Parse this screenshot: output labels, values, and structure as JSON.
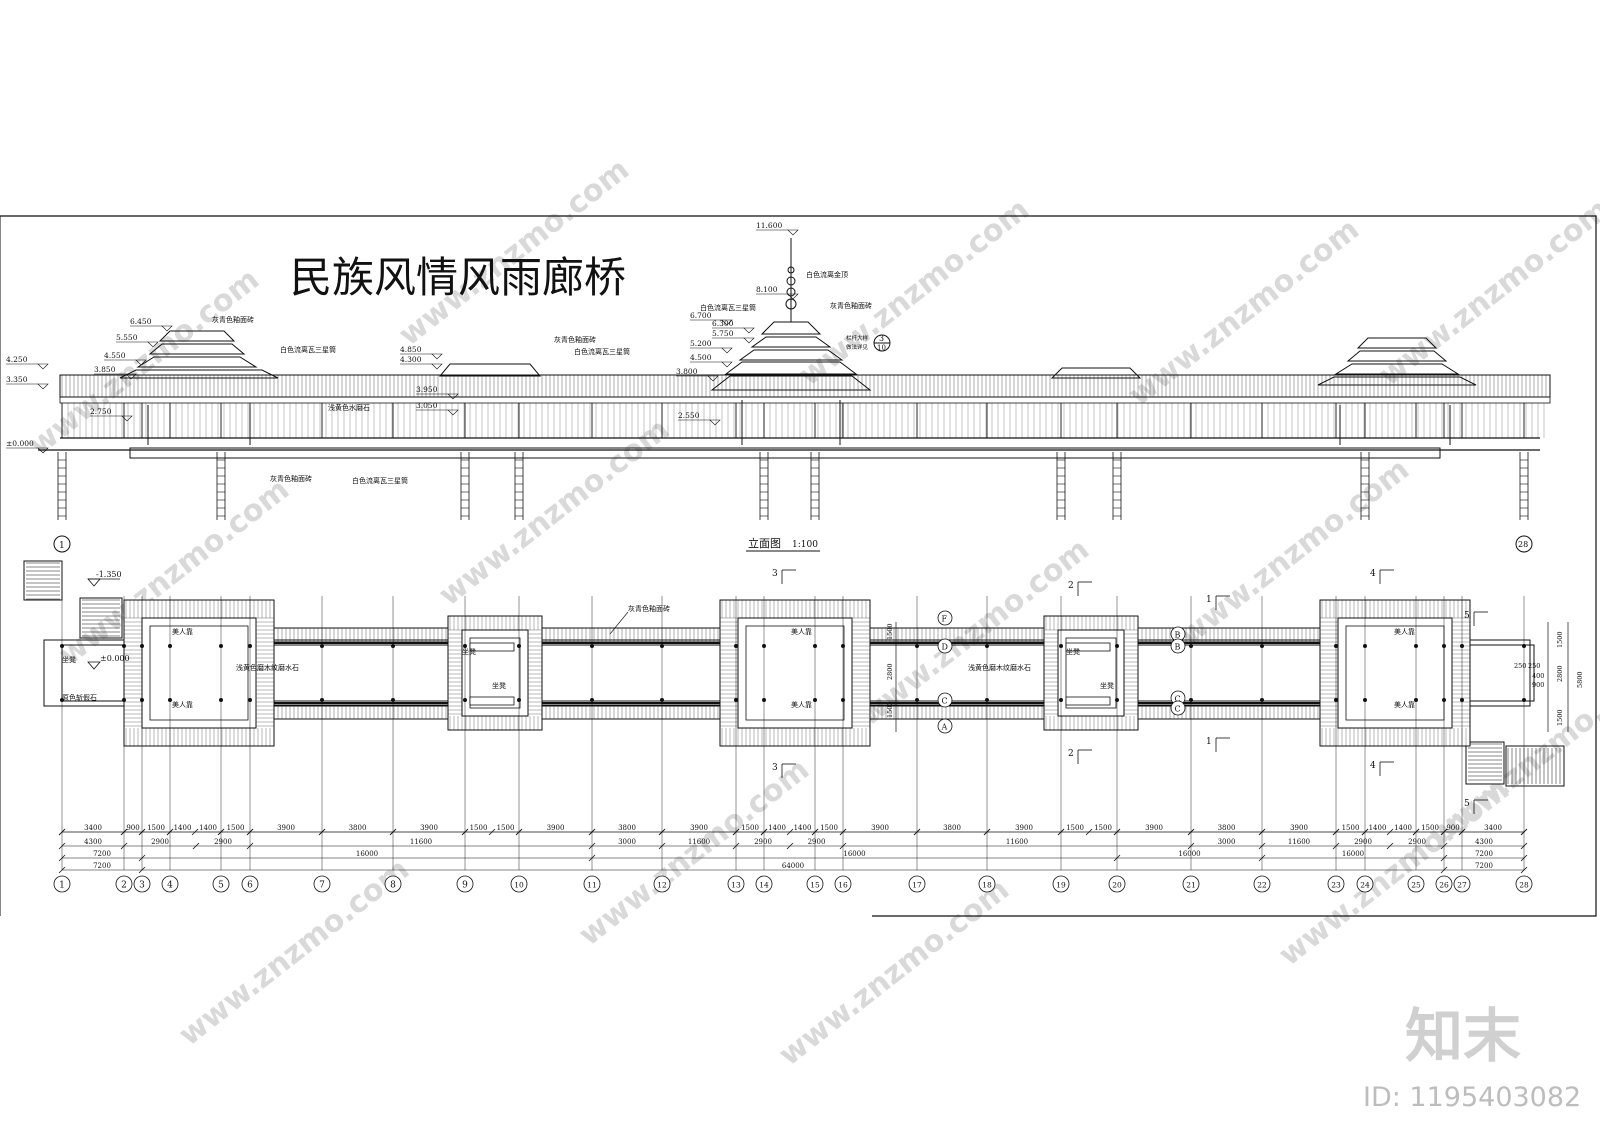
{
  "title": "民族风情风雨廊桥",
  "elevation_caption": "立面图",
  "elevation_scale": "1:100",
  "elevation_levels": [
    "11.600",
    "8.100",
    "6.700",
    "6.450",
    "6.300",
    "5.750",
    "5.550",
    "5.200",
    "4.850",
    "4.550",
    "4.500",
    "4.300",
    "4.250",
    "3.950",
    "3.850",
    "3.800",
    "3.350",
    "3.050",
    "2.750",
    "2.550",
    "±0.000"
  ],
  "material_notes": [
    "白色流离金顶",
    "灰青色釉面砖",
    "白色流离瓦三星筒",
    "浅黄色水磨石",
    "浅黄色磨木纹磨水石",
    "原色斩假石",
    "美人靠",
    "坐凳"
  ],
  "detail_ref": {
    "number": "3",
    "sheet": "10",
    "label_top": "栏杆大样",
    "label_bottom": "做法详见"
  },
  "plan_levels": [
    "-1.350",
    "±0.000"
  ],
  "section_marks": [
    "1",
    "2",
    "3",
    "4",
    "5"
  ],
  "row_axes": [
    "F",
    "D",
    "B",
    "C",
    "A"
  ],
  "plan_vertical_dims": [
    "1500",
    "2800",
    "1500",
    "250",
    "400",
    "900",
    "5800"
  ],
  "axis_numbers": [
    "1",
    "2",
    "3",
    "4",
    "5",
    "6",
    "7",
    "8",
    "9",
    "10",
    "11",
    "12",
    "13",
    "14",
    "15",
    "16",
    "17",
    "18",
    "19",
    "20",
    "21",
    "22",
    "23",
    "24",
    "25",
    "26",
    "27",
    "28"
  ],
  "dims_row1": [
    "3400",
    "900",
    "1500",
    "1400",
    "1400",
    "1500",
    "3900",
    "3800",
    "3900",
    "1500",
    "1500",
    "3900",
    "3800",
    "3900",
    "1500",
    "1400",
    "1400",
    "1500",
    "3900",
    "3800",
    "3900",
    "1500",
    "1500",
    "3900",
    "3800",
    "3900",
    "1500",
    "1400",
    "1400",
    "1500",
    "900",
    "3400"
  ],
  "dims_row2": [
    "4300",
    "2900",
    "2900",
    "11600",
    "3000",
    "11600",
    "2900",
    "2900",
    "11600",
    "3000",
    "11600",
    "2900",
    "2900",
    "4300"
  ],
  "dims_row3": [
    "7200",
    "16000",
    "16000",
    "16000",
    "16000",
    "7200"
  ],
  "dims_row4": [
    "7200",
    "64000",
    "7200"
  ],
  "watermark": "www.znzmo.com",
  "brand_logo": "知末",
  "image_id": "ID: 1195403082"
}
